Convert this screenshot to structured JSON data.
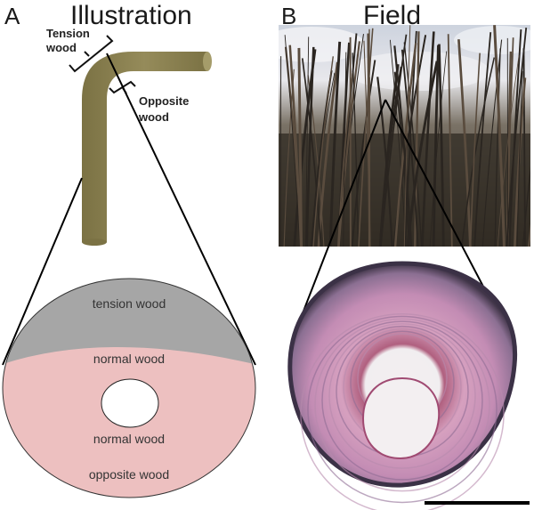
{
  "panels": {
    "a": {
      "letter": "A",
      "title": "Illustration",
      "callouts": {
        "tension": [
          "Tension",
          "wood"
        ],
        "opposite": [
          "Opposite",
          "wood"
        ]
      },
      "cross_section": {
        "top_region": "tension wood",
        "upper_middle": "normal wood",
        "lower_middle": "normal wood",
        "bottom_region": "opposite wood"
      }
    },
    "b": {
      "letter": "B",
      "title": "Field"
    }
  },
  "colors": {
    "stem": "#8a8150",
    "tension_wood": "#a6a6a6",
    "normal_wood": "#edc0c0",
    "pith": "#ffffff",
    "micro_ring": "#5b4d6b",
    "micro_wood": "#d9a4c3",
    "micro_pith": "#f2ecee"
  }
}
